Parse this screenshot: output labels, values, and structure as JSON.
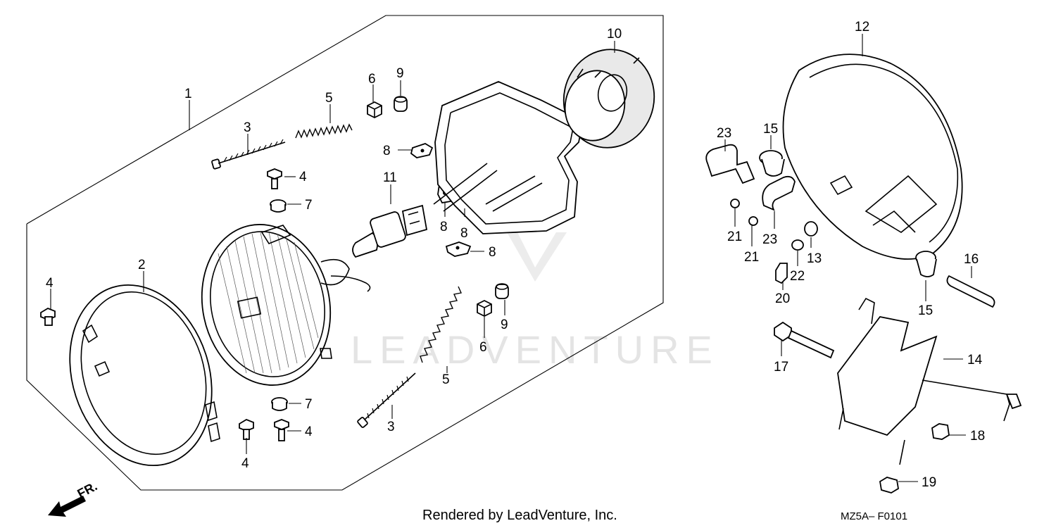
{
  "watermark": "LEADVENTURE",
  "footer": {
    "rendered_by": "Rendered by LeadVenture, Inc.",
    "diagram_code": "MZ5A– F0101"
  },
  "direction_arrow": {
    "label": "FR.",
    "icon": "arrow-front-icon"
  },
  "callouts": {
    "c1": "1",
    "c2": "2",
    "c3a": "3",
    "c3b": "3",
    "c4a": "4",
    "c4b": "4",
    "c4c": "4",
    "c4d": "4",
    "c5a": "5",
    "c5b": "5",
    "c6a": "6",
    "c6b": "6",
    "c7a": "7",
    "c7b": "7",
    "c8a": "8",
    "c8b": "8",
    "c8c": "8",
    "c8d": "8",
    "c9a": "9",
    "c9b": "9",
    "c10": "10",
    "c11": "11",
    "c12": "12",
    "c13": "13",
    "c14": "14",
    "c15a": "15",
    "c15b": "15",
    "c16": "16",
    "c17": "17",
    "c18": "18",
    "c19": "19",
    "c20": "20",
    "c21a": "21",
    "c21b": "21",
    "c22": "22",
    "c23a": "23",
    "c23b": "23"
  }
}
